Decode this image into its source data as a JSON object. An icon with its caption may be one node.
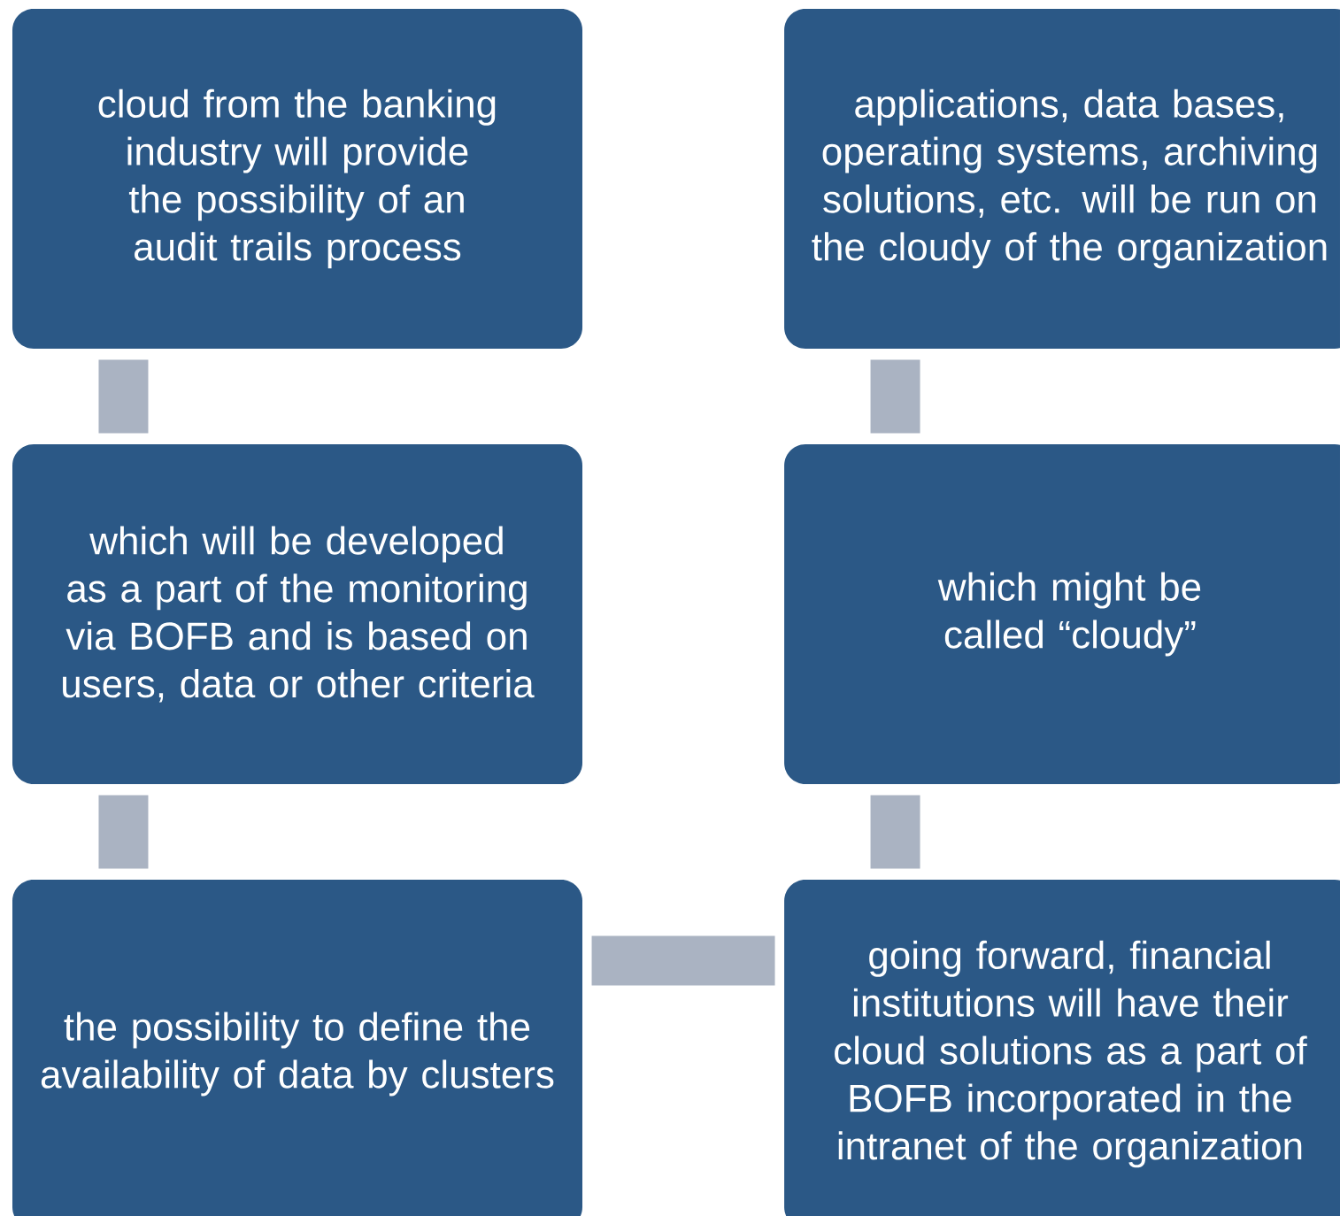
{
  "diagram": {
    "nodes": [
      {
        "text": [
          "cloud from the banking industry will provide the possibility of an audit trails process"
        ]
      },
      {
        "text": [
          "applications, data bases, operating systems, archiving solutions, etc. will be run on the cloudy of the organization"
        ]
      },
      {
        "text": [
          "which will be developed as a part of the monitoring via BOFB and is based on users, data or other criteria"
        ]
      },
      {
        "text": [
          "which might be called “cloudy”"
        ]
      },
      {
        "text": [
          "the possibility to define the availability of data by clusters"
        ]
      },
      {
        "text": [
          "going forward, financial institutions will have their cloud solutions as a part of BOFB incorporated in the intranet of the organization"
        ]
      }
    ],
    "edges": [
      {
        "from": 0,
        "to": 2,
        "arrow": "none"
      },
      {
        "from": 2,
        "to": 4,
        "arrow": "none"
      },
      {
        "from": 4,
        "to": 5,
        "arrow": "none"
      },
      {
        "from": 5,
        "to": 3,
        "arrow": "none"
      },
      {
        "from": 3,
        "to": 1,
        "arrow": "none"
      }
    ]
  }
}
